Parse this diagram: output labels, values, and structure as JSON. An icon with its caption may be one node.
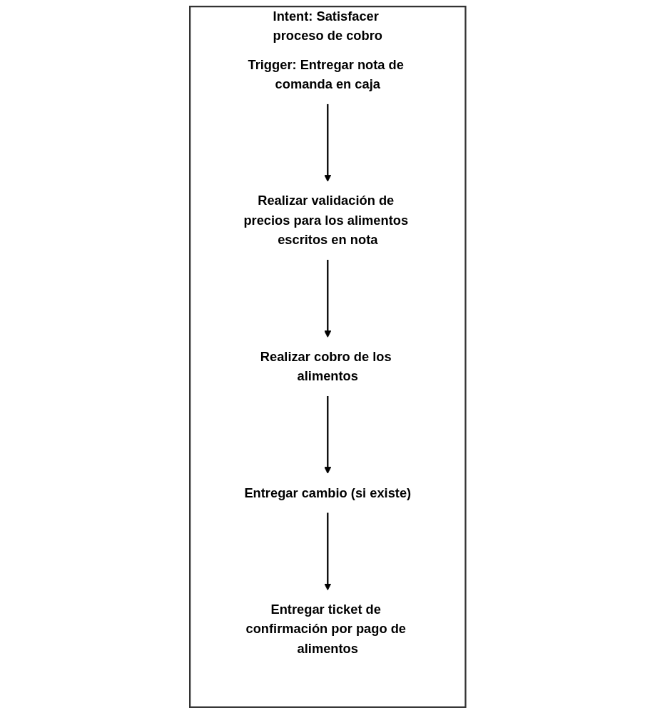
{
  "diagram": {
    "nodes": [
      {
        "text": [
          "Intent: Satisfacer proceso de cobro"
        ]
      },
      {
        "text": [
          "Trigger: Entregar nota de comanda en caja"
        ],
        "in": 0
      },
      {
        "text": [
          "Realizar validación de precios para los alimentos escritos en nota"
        ],
        "in": 0
      },
      {
        "text": [
          "Realizar cobro de los alimentos"
        ],
        "in": 0
      },
      {
        "text": [
          "Entregar cambio (si existe)"
        ],
        "in": 0
      },
      {
        "text": [
          "Entregar ticket de confirmación por pago de alimentos"
        ],
        "in": 0
      }
    ],
    "edges": [
      {
        "from": 1,
        "to": 2,
        "arrow": "to"
      },
      {
        "from": 2,
        "to": 3,
        "arrow": "to"
      },
      {
        "from": 3,
        "to": 4,
        "arrow": "to"
      },
      {
        "from": 4,
        "to": 5,
        "arrow": "to"
      }
    ]
  }
}
